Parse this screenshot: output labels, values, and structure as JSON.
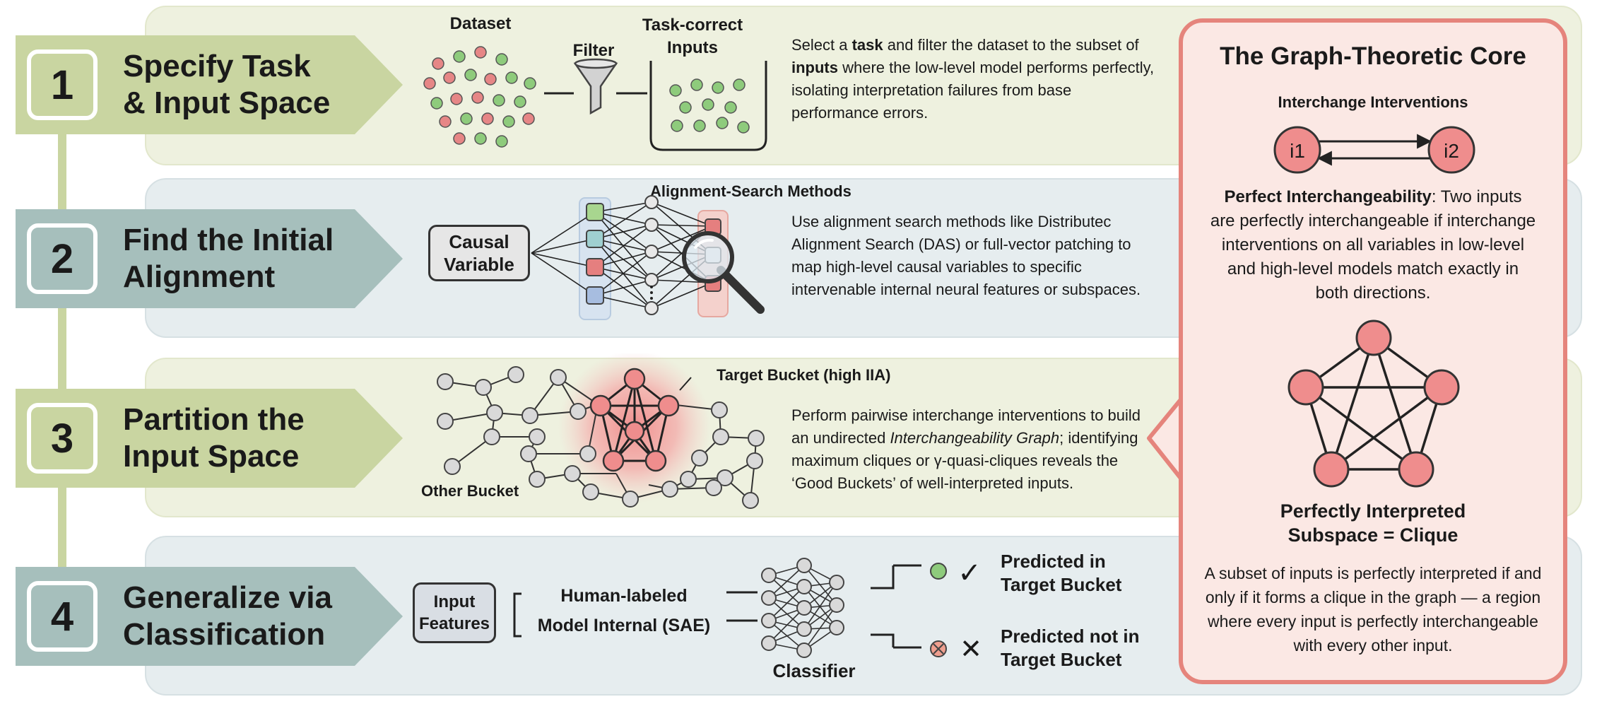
{
  "steps": [
    {
      "number": "1",
      "title_line1": "Specify Task",
      "title_line2": "& Input Space"
    },
    {
      "number": "2",
      "title_line1": "Find the Initial",
      "title_line2": "Alignment"
    },
    {
      "number": "3",
      "title_line1": "Partition the",
      "title_line2": "Input Space"
    },
    {
      "number": "4",
      "title_line1": "Generalize via",
      "title_line2": "Classification"
    }
  ],
  "step1": {
    "dataset_label": "Dataset",
    "filter_label": "Filter",
    "task_correct_line1": "Task-correct",
    "task_correct_line2": "Inputs",
    "desc_pre": "Select a ",
    "desc_b1": "task",
    "desc_mid": " and filter the dataset to the subset of",
    "desc_b2": "inputs",
    "desc_post": " where the low-level model performs perfectly, isolating interpretation failures from base performance errors."
  },
  "step2": {
    "causal_line1": "Causal",
    "causal_line2": "Variable",
    "methods_label": "Alignment-Search Methods",
    "desc": "Use alignment search methods like Distributec Alignment Search (DAS) or full-vector patching  to map high-level causal variables to specific intervenable internal neural features or subspaces."
  },
  "step3": {
    "target_label": "Target Bucket (high IIA)",
    "other_label": "Other Bucket",
    "desc_pre": "Perform pairwise interchange interventions to build an undirected ",
    "desc_italic": "Interchangeability Graph",
    "desc_post": "; identifying maximum cliques or γ-quasi-cliques reveals the ‘Good Buckets’ of well-interpreted inputs."
  },
  "step4": {
    "input_line1": "Input",
    "input_line2": "Features",
    "human_line1": "Human-labeled",
    "human_line2": "Model Internal (SAE)",
    "classifier_label": "Classifier",
    "pred_in_line1": "Predicted in",
    "pred_in_line2": "Target Bucket",
    "pred_out_line1": "Predicted not in",
    "pred_out_line2": "Target Bucket",
    "check_symbol": "✓",
    "cross_symbol": "✕"
  },
  "core": {
    "title": "The Graph-Theoretic Core",
    "interchange_label": "Interchange Interventions",
    "node1": "i1",
    "node2": "i2",
    "perfect_bold": "Perfect Interchangeability",
    "perfect_text": ": Two inputs are perfectly interchangeable if interchange interventions on all variables in low-level and high-level models match exactly in both directions.",
    "clique_line1": "Perfectly Interpreted",
    "clique_line2": "Subspace = Clique",
    "clique_desc": "A subset of inputs is perfectly interpreted if and only if it forms a clique in the graph — a region where every input is perfectly interchangeable with every other input."
  },
  "colors": {
    "green_chevron": "#c9d5a1",
    "blue_chevron": "#a6bfbc",
    "green_dot": "#8ecb7c",
    "red_dot": "#e68686",
    "pink_node": "#ef8d8d",
    "core_border": "#e5847c",
    "core_bg": "#fbe8e4"
  }
}
